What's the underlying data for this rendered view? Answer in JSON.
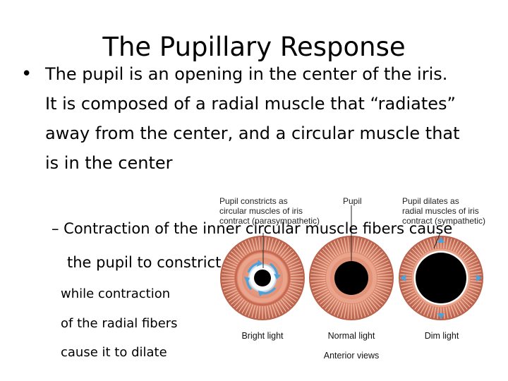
{
  "slide": {
    "title": "The Pupillary Response",
    "bullet_lines": [
      "The pupil is an opening in the center of the iris.",
      "It is composed of a radial muscle that “radiates”",
      "away from the center, and a circular muscle that",
      "is in the center"
    ],
    "sub_lines": [
      "– Contraction of the inner circular muscle fibers cause",
      "the pupil to constrict"
    ],
    "small_lines": [
      "while contraction",
      "of the radial fibers",
      "cause it to dilate"
    ]
  },
  "figure": {
    "labels": {
      "left": "Pupil constricts as\ncircular muscles of iris\ncontract (parasympathetic)",
      "middle": "Pupil",
      "right": "Pupil dilates as\nradial muscles of iris\ncontract (sympathetic)"
    },
    "captions": [
      "Bright light",
      "Normal light",
      "Dim light"
    ],
    "view_caption": "Anterior views",
    "colors": {
      "iris": "#d9826a",
      "iris_dark": "#b55a45",
      "fiber": "#f3c3af",
      "pupil": "#000000",
      "arrow": "#4aa3dc"
    }
  }
}
